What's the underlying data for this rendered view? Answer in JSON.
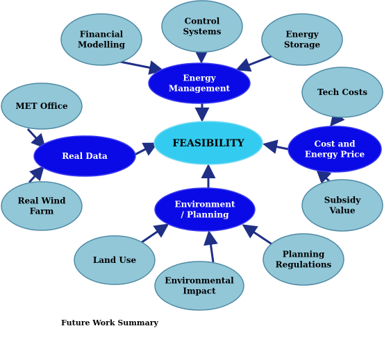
{
  "diagram": {
    "center": {
      "label": "FEASIBILITY"
    },
    "hubs": {
      "energy_management": {
        "lines": [
          "Energy",
          "Management"
        ]
      },
      "real_data": {
        "lines": [
          "Real Data"
        ]
      },
      "cost_energy_price": {
        "lines": [
          "Cost and",
          "Energy Price"
        ]
      },
      "environment_planning": {
        "lines": [
          "Environment",
          "/ Planning"
        ]
      }
    },
    "leaves": {
      "financial_modelling": {
        "lines": [
          "Financial",
          "Modelling"
        ]
      },
      "control_systems": {
        "lines": [
          "Control",
          "Systems"
        ]
      },
      "energy_storage": {
        "lines": [
          "Energy",
          "Storage"
        ]
      },
      "met_office": {
        "lines": [
          "MET Office"
        ]
      },
      "real_wind_farm": {
        "lines": [
          "Real Wind",
          "Farm"
        ]
      },
      "tech_costs": {
        "lines": [
          "Tech Costs"
        ]
      },
      "subsidy_value": {
        "lines": [
          "Subsidy",
          "Value"
        ]
      },
      "land_use": {
        "lines": [
          "Land Use"
        ]
      },
      "environmental_impact": {
        "lines": [
          "Environmental",
          "Impact"
        ]
      },
      "planning_regulations": {
        "lines": [
          "Planning",
          "Regulations"
        ]
      }
    },
    "caption": "Future Work Summary"
  },
  "colors": {
    "leaf_fill": "#92c7d8",
    "leaf_stroke": "#4f8aa4",
    "hub_fill": "#0a0ae6",
    "hub_stroke": "#3c3cf0",
    "center_fill": "#33ccf0",
    "center_stroke": "#7fdcf2",
    "arrow": "#1f2f86",
    "leaf_text": "#000000",
    "hub_text": "#ffffff",
    "center_text": "#000000"
  }
}
